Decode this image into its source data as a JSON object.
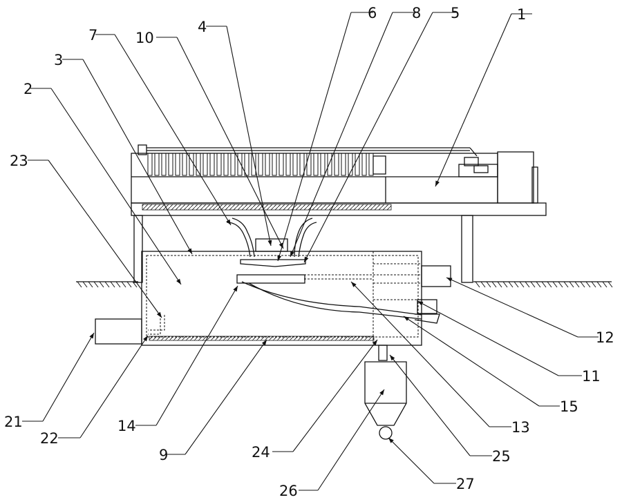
{
  "figure": {
    "callouts": [
      {
        "id": "c1",
        "label": "1"
      },
      {
        "id": "c2",
        "label": "2"
      },
      {
        "id": "c3",
        "label": "3"
      },
      {
        "id": "c4",
        "label": "4"
      },
      {
        "id": "c5",
        "label": "5"
      },
      {
        "id": "c6",
        "label": "6"
      },
      {
        "id": "c7",
        "label": "7"
      },
      {
        "id": "c8",
        "label": "8"
      },
      {
        "id": "c9",
        "label": "9"
      },
      {
        "id": "c10",
        "label": "10"
      },
      {
        "id": "c11",
        "label": "11"
      },
      {
        "id": "c12",
        "label": "12"
      },
      {
        "id": "c13",
        "label": "13"
      },
      {
        "id": "c14",
        "label": "14"
      },
      {
        "id": "c15",
        "label": "15"
      },
      {
        "id": "c21",
        "label": "21"
      },
      {
        "id": "c22",
        "label": "22"
      },
      {
        "id": "c23",
        "label": "23"
      },
      {
        "id": "c24",
        "label": "24"
      },
      {
        "id": "c25",
        "label": "25"
      },
      {
        "id": "c26",
        "label": "26"
      },
      {
        "id": "c27",
        "label": "27"
      }
    ]
  }
}
